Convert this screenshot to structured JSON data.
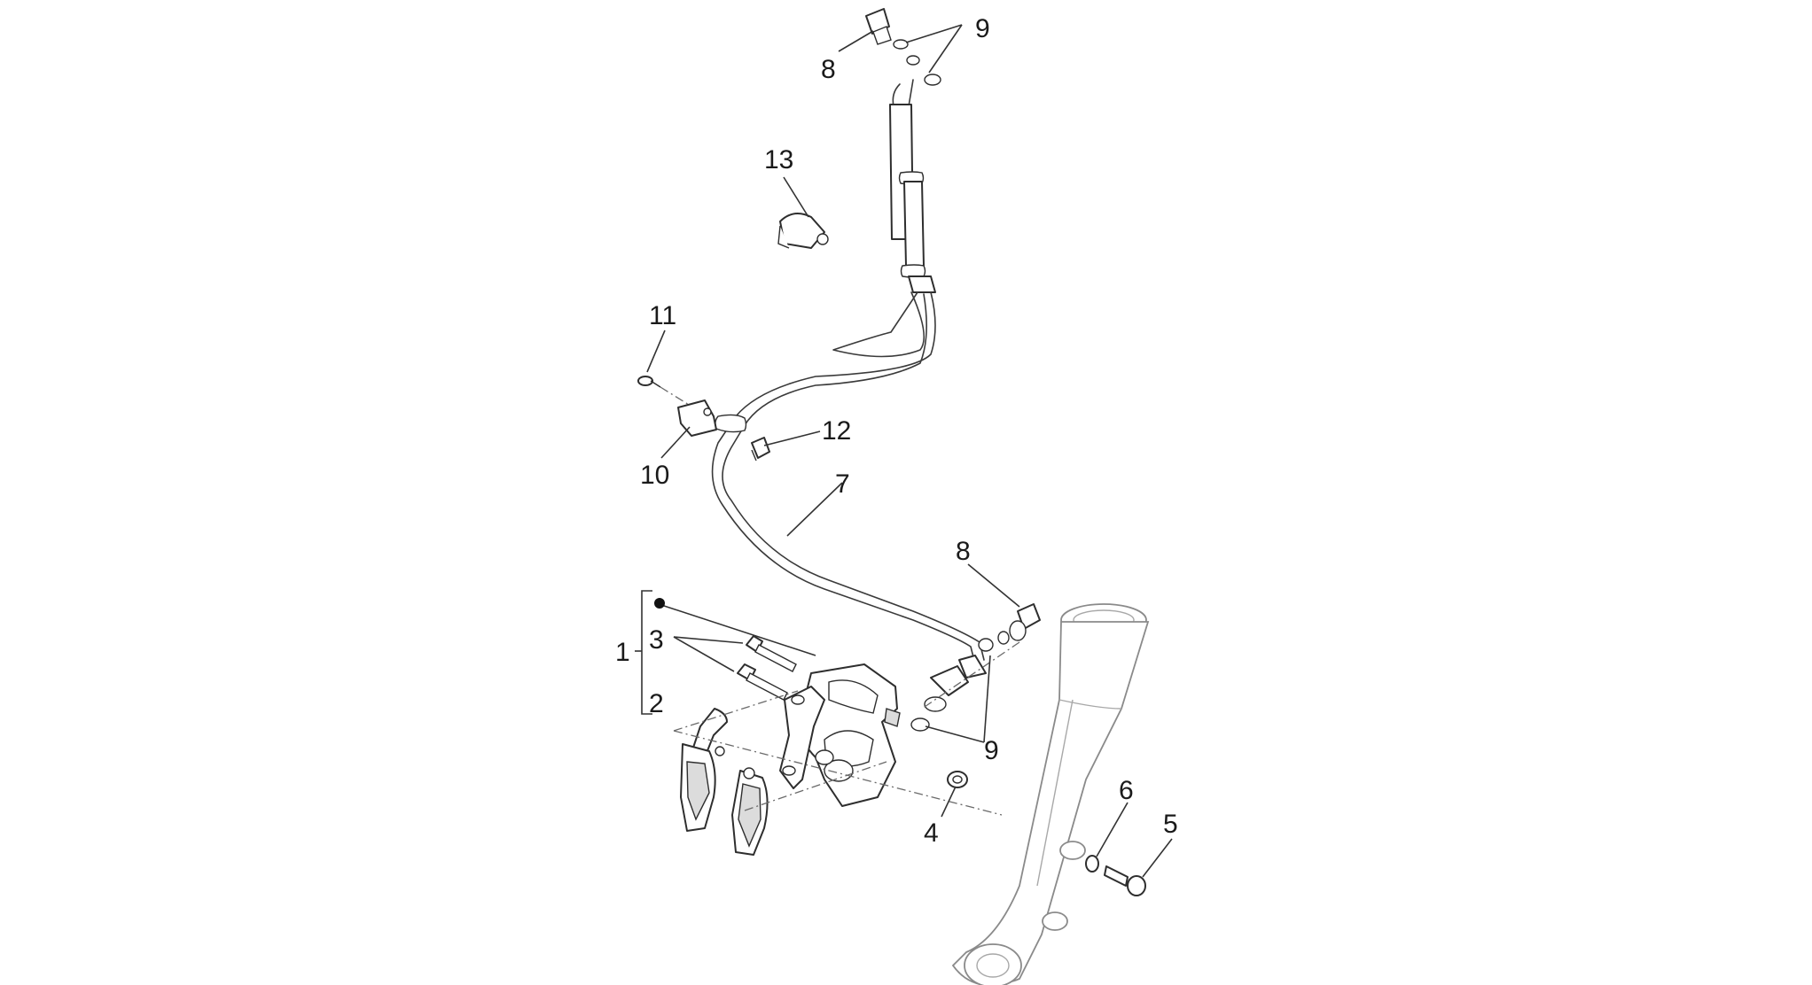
{
  "callouts": [
    {
      "id": "c9_top",
      "label": "9"
    },
    {
      "id": "c8_top",
      "label": "8"
    },
    {
      "id": "c13",
      "label": "13"
    },
    {
      "id": "c11",
      "label": "11"
    },
    {
      "id": "c12",
      "label": "12"
    },
    {
      "id": "c10",
      "label": "10"
    },
    {
      "id": "c7",
      "label": "7"
    },
    {
      "id": "c8_mid",
      "label": "8"
    },
    {
      "id": "c1",
      "label": "1"
    },
    {
      "id": "c3",
      "label": "3"
    },
    {
      "id": "c2",
      "label": "2"
    },
    {
      "id": "c9_bottom",
      "label": "9"
    },
    {
      "id": "c6",
      "label": "6"
    },
    {
      "id": "c5",
      "label": "5"
    },
    {
      "id": "c4",
      "label": "4"
    }
  ]
}
